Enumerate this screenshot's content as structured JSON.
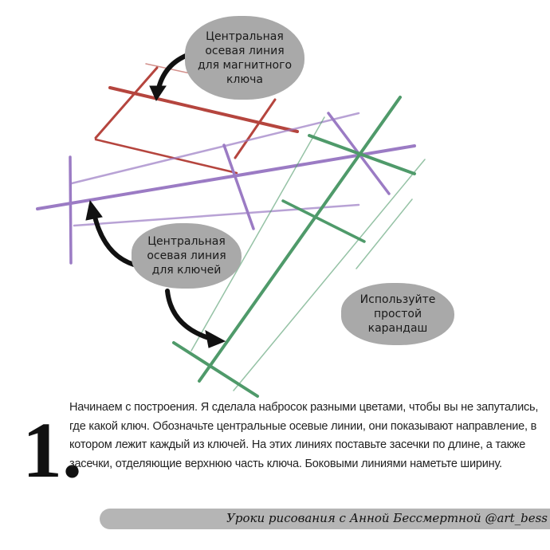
{
  "callouts": {
    "magnetic_key": [
      "Центральная",
      "осевая линия",
      "для магнитного",
      "ключа"
    ],
    "keys": [
      "Центральная",
      "осевая линия",
      "для ключей"
    ],
    "pencil": [
      "Используйте",
      "простой",
      "карандаш"
    ]
  },
  "step": {
    "number": "1.",
    "text": "Начинаем с построения. Я сделала набросок разными цветами, чтобы вы не запутались, где какой ключ. Обозначьте центральные осевые линии, они показывают направление, в котором лежит каждый из ключей. На этих линиях поставьте засечки по длине, а также засечки, отделяющие верхнюю часть ключа. Боковыми линиями наметьте ширину."
  },
  "footer": {
    "credit": "Уроки рисования с Анной Бессмертной @art_bess"
  },
  "colors": {
    "red": "#b5453e",
    "purple": "#9b7bc4",
    "green": "#4f9a6a",
    "bubble": "#a9a9a9"
  }
}
